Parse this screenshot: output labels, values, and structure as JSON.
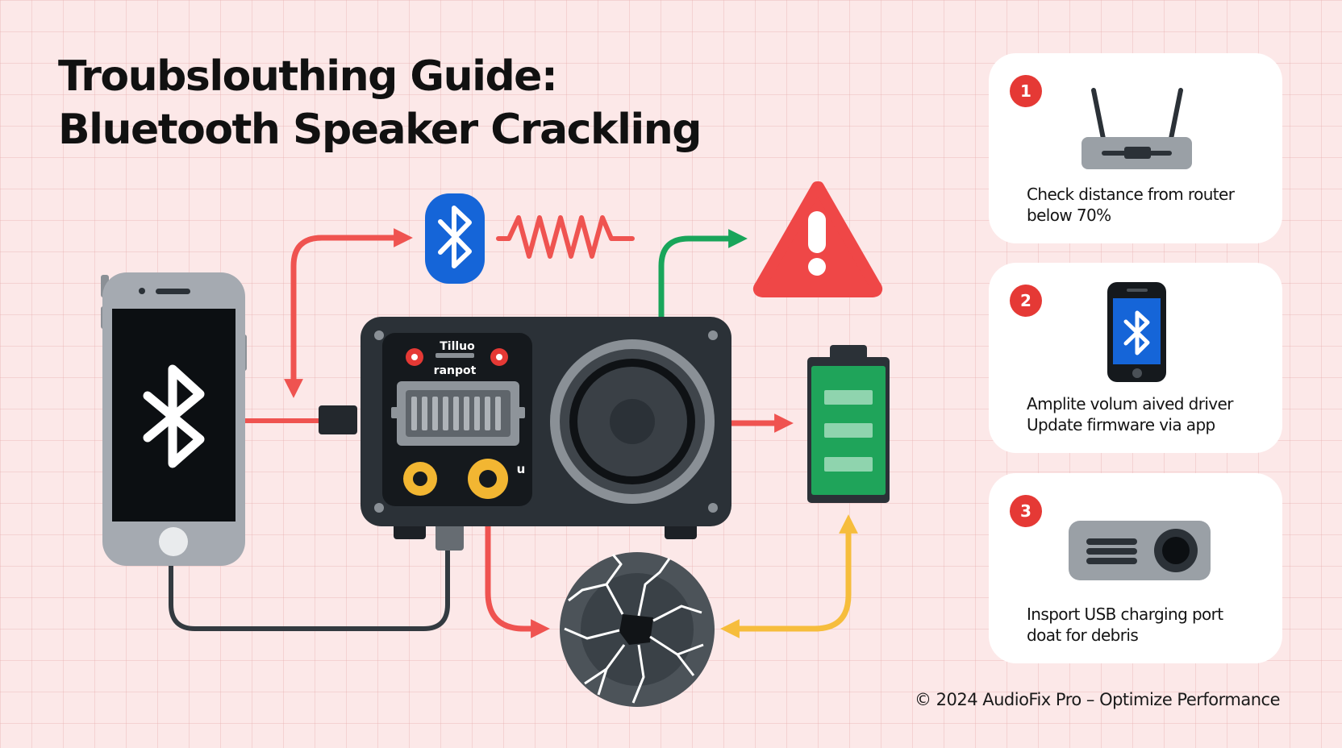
{
  "title": {
    "line1": "Troubslouthing Guide:",
    "line2": "Bluetooth Speaker Crackling"
  },
  "amplifier": {
    "label1": "Tilluo",
    "label2": "ranpot",
    "side_mark": "u"
  },
  "steps": [
    {
      "number": "1",
      "icon": "router-icon",
      "line1": "Check distance from router",
      "line2": "below 70%"
    },
    {
      "number": "2",
      "icon": "phone-bluetooth-icon",
      "line1": "Amplite volum aived driver",
      "line2": "Update firmware via app"
    },
    {
      "number": "3",
      "icon": "usb-port-icon",
      "line1": "Insport USB charging port",
      "line2": "doat for debris"
    }
  ],
  "footer": "© 2024 AudioFix Pro – Optimize Performance",
  "colors": {
    "background": "#fce8e8",
    "red": "#ef5350",
    "green": "#19a55a",
    "yellow": "#f6bd3c",
    "bluetooth_blue": "#1565d8",
    "device_dark": "#2b3137",
    "phone_gray": "#a5aab1",
    "battery_green": "#1fa45a"
  }
}
